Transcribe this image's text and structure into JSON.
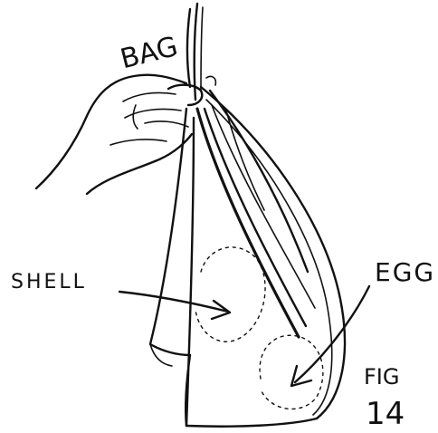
{
  "labels": {
    "bag": "BAG",
    "shell": "SHELL",
    "egg": "EGG",
    "fig_prefix": "FIG",
    "fig_number": "14"
  }
}
